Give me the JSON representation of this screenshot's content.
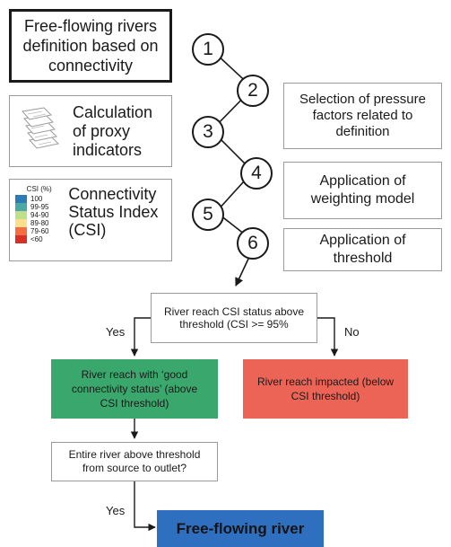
{
  "definition_box": "Free-flowing rivers definition based on connectivity",
  "proxy_box": "Calculation of proxy indicators",
  "csi_box": {
    "title": "Connectivity Status Index (CSI)",
    "legend_title": "CSI (%)",
    "legend": [
      {
        "label": "100",
        "color": "#2c7bb6"
      },
      {
        "label": "99-95",
        "color": "#4aa9a4"
      },
      {
        "label": "94-90",
        "color": "#bfe08a"
      },
      {
        "label": "89-80",
        "color": "#fee08b"
      },
      {
        "label": "79-60",
        "color": "#f46d43"
      },
      {
        "label": "<60",
        "color": "#d73027"
      }
    ]
  },
  "steps": [
    "1",
    "2",
    "3",
    "4",
    "5",
    "6"
  ],
  "step_boxes": {
    "pressure": "Selection of pressure factors related to definition",
    "weighting": "Application of weighting model",
    "threshold": "Application of threshold"
  },
  "decision": "River reach CSI status above threshold (CSI >= 95%",
  "yes_label": "Yes",
  "no_label": "No",
  "good_box": "River reach with ‘good connectivity status’ (above CSI threshold)",
  "impacted_box": "River reach impacted (below CSI threshold)",
  "entire_box": "Entire river above threshold from source to outlet?",
  "yes_label_2": "Yes",
  "final_box": "Free-flowing river",
  "colors": {
    "good": "#3aa76d",
    "impacted": "#ec6456",
    "final": "#2f6fc0"
  }
}
